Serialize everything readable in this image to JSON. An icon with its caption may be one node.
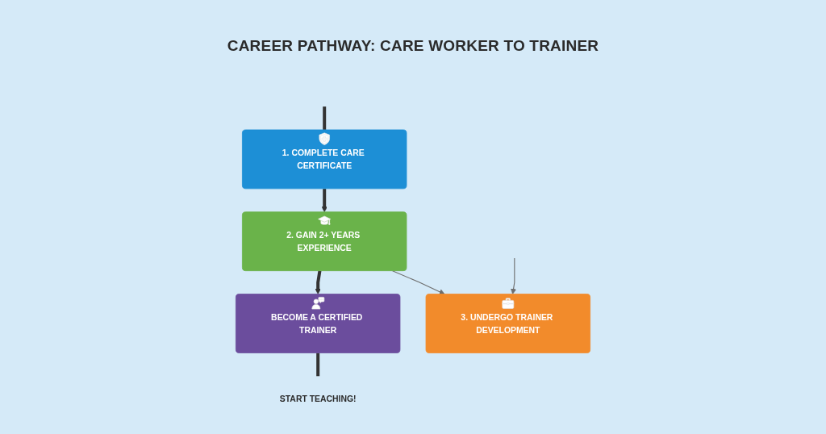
{
  "diagram": {
    "title": "CAREER PATHWAY: CARE WORKER TO TRAINER",
    "nodes": [
      {
        "text": [
          "1. COMPLETE CARE CERTIFICATE"
        ]
      },
      {
        "text": [
          "2. GAIN 2+ YEARS EXPERIENCE"
        ]
      },
      {
        "text": [
          "3. UNDERGO TRAINER DEVELOPMENT"
        ]
      },
      {
        "text": [
          "BECOME A CERTIFIED TRAINER"
        ]
      },
      {
        "text": [
          "START TEACHING!"
        ]
      }
    ],
    "edges": [
      {
        "from": null,
        "to": 0,
        "arrow": "none"
      },
      {
        "from": 0,
        "to": 1,
        "arrow": "to"
      },
      {
        "from": 1,
        "to": 2,
        "arrow": "to",
        "color": "#6e6e6e"
      },
      {
        "from": null,
        "to": 2,
        "arrow": "to",
        "color": "#6e6e6e"
      },
      {
        "from": 1,
        "to": 3,
        "arrow": "to"
      },
      {
        "from": 3,
        "to": 4,
        "arrow": "none"
      }
    ]
  }
}
